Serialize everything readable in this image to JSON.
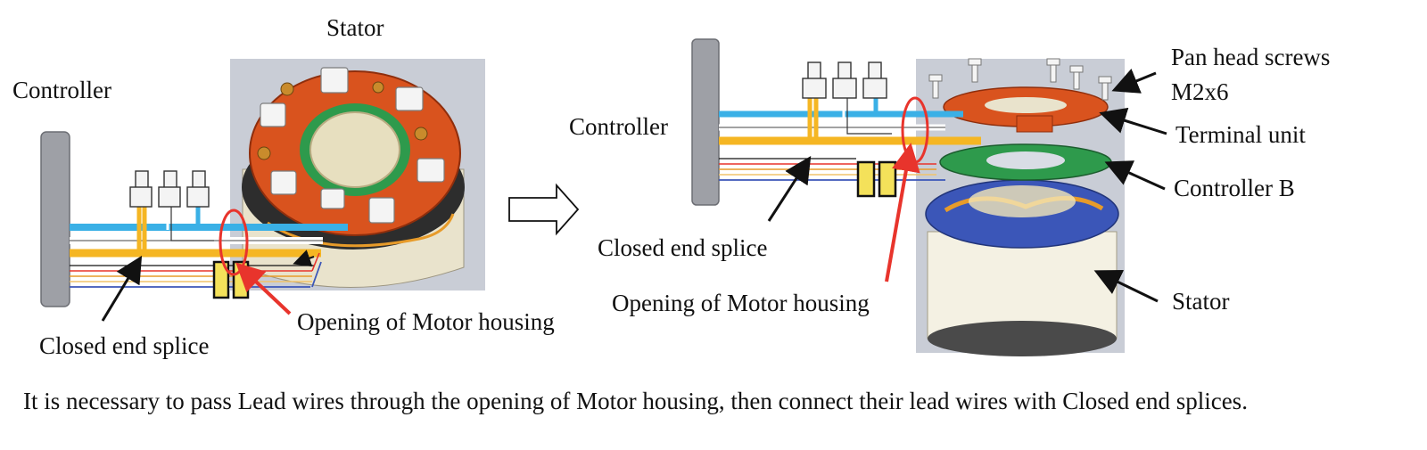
{
  "left_panel": {
    "label_stator": "Stator",
    "label_controller": "Controller",
    "label_closed_end_splice": "Closed end splice",
    "label_opening": "Opening of Motor housing"
  },
  "right_panel": {
    "label_controller": "Controller",
    "label_closed_end_splice": "Closed end splice",
    "label_opening": "Opening of Motor housing",
    "label_pan_head_screws_line1": "Pan head screws",
    "label_pan_head_screws_line2": "M2x6",
    "label_terminal_unit": "Terminal unit",
    "label_controller_b": "Controller B",
    "label_stator": "Stator"
  },
  "caption": "It is necessary to pass Lead wires through the opening of Motor housing, then connect their lead wires with Closed end splices.",
  "colors": {
    "wire_blue": "#3ab0e6",
    "wire_yellow": "#f5b623",
    "wire_red": "#e8342c",
    "terminal_orange": "#d9531e",
    "controller_b_green": "#2e9a4c",
    "stator_blue": "#3b56b8",
    "housing_grey": "#c9cdd6",
    "splice_yellow": "#f4e15a"
  }
}
